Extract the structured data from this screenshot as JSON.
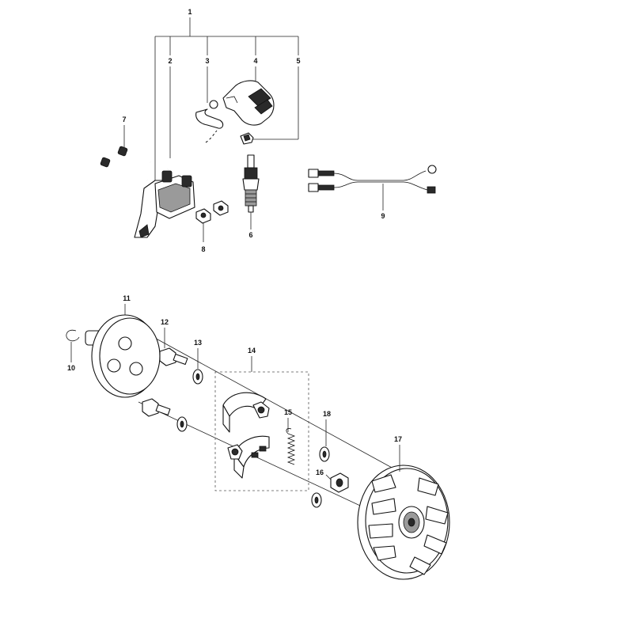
{
  "callouts": {
    "c1": "1",
    "c2": "2",
    "c3": "3",
    "c4": "4",
    "c5": "5",
    "c6": "6",
    "c7": "7",
    "c8": "8",
    "c9": "9",
    "c10": "10",
    "c11": "11",
    "c12": "12",
    "c13": "13",
    "c14": "14",
    "c15": "15",
    "c16": "16",
    "c17": "17",
    "c18": "18"
  },
  "colors": {
    "line": "#222222",
    "part_fill": "#ffffff",
    "dark_fill": "#2a2a2a"
  }
}
